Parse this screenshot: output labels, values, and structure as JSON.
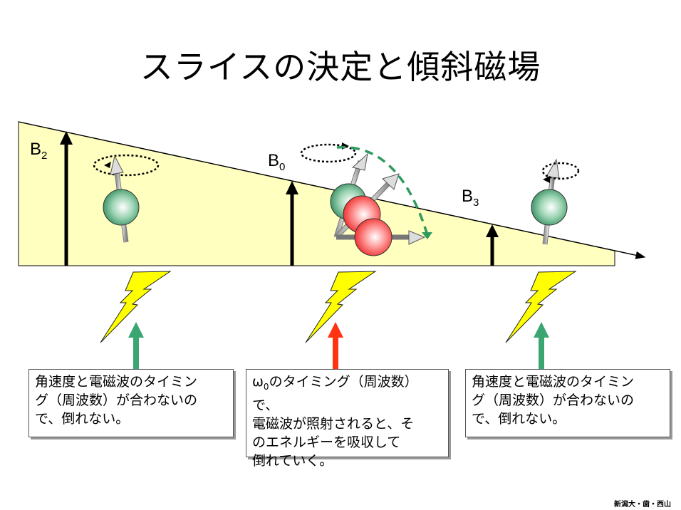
{
  "title": "スライスの決定と傾斜磁場",
  "colors": {
    "slice_fill": "#ffffc0",
    "spin_green": "#3a9a6a",
    "spin_red": "#ff4040",
    "arrow_green": "#3ca672",
    "arrow_red": "#ff3311",
    "bolt": "#ffff00",
    "precession_dash": "#2e9a5e"
  },
  "field_labels": [
    {
      "base": "B",
      "sub": "2"
    },
    {
      "base": "B",
      "sub": "0"
    },
    {
      "base": "B",
      "sub": "3"
    }
  ],
  "spins": [
    {
      "id": "left",
      "state": "not-tipped"
    },
    {
      "id": "center",
      "state": "tipping"
    },
    {
      "id": "right",
      "state": "not-tipped"
    }
  ],
  "pulses": [
    {
      "id": "left",
      "arrow": "green"
    },
    {
      "id": "center",
      "arrow": "red"
    },
    {
      "id": "right",
      "arrow": "green"
    }
  ],
  "boxes": [
    {
      "lines": [
        "角速度と電磁波のタイミン",
        "グ（周波数）が合わないの",
        "で、倒れない。"
      ]
    },
    {
      "lines_prefix": "ω",
      "prefix_sub": "0",
      "lines": [
        "のタイミング（周波数）で、",
        "電磁波が照射されると、そ",
        "のエネルギーを吸収して",
        "倒れていく。"
      ]
    },
    {
      "lines": [
        "角速度と電磁波のタイミン",
        "グ（周波数）が合わないの",
        "で、倒れない。"
      ]
    }
  ],
  "credit": "新潟大・歯・西山"
}
